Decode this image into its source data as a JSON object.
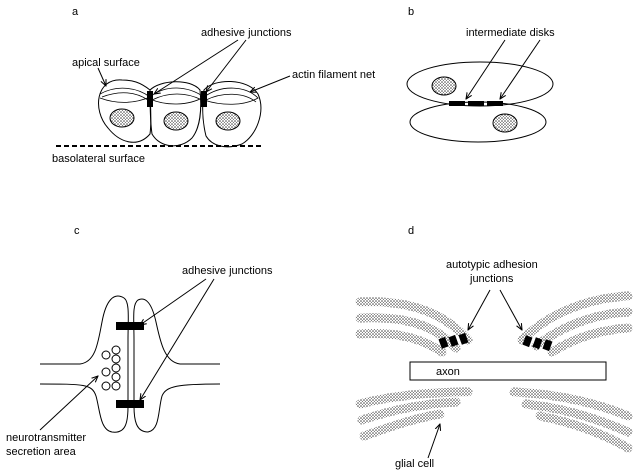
{
  "panels": {
    "a": {
      "letter": "a",
      "apical": "apical surface",
      "adhesive": "adhesive junctions",
      "actin": "actin filament net",
      "basolateral": "basolateral surface"
    },
    "b": {
      "letter": "b",
      "intermediate": "intermediate disks"
    },
    "c": {
      "letter": "c",
      "adhesive": "adhesive junctions",
      "neuro_line1": "neurotransmitter",
      "neuro_line2": "secretion area"
    },
    "d": {
      "letter": "d",
      "auto_line1": "autotypic adhesion",
      "auto_line2": "junctions",
      "axon": "axon",
      "glial": "glial cell"
    }
  }
}
